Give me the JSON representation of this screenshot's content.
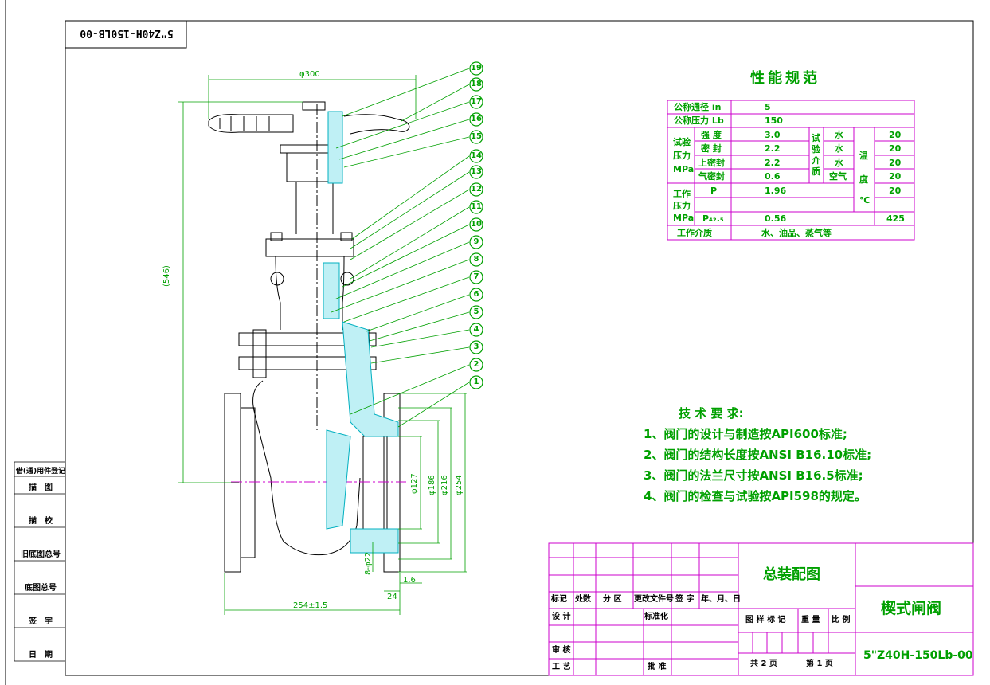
{
  "drawing_code_rotated": "5\"Z40H-150LB-00",
  "perf": {
    "title": "性能规范",
    "r1_label": "公称通径 in",
    "r1_value": "5",
    "r2_label": "公称压力 Lb",
    "r2_value": "150",
    "test_group_label": [
      "试验",
      "压力",
      "MPa"
    ],
    "strength_label": "强 度",
    "strength_value": "3.0",
    "seal_label": "密 封",
    "seal_value": "2.2",
    "upseal_label": "上密封",
    "upseal_value": "2.2",
    "gasseal_label": "气密封",
    "gasseal_value": "0.6",
    "medium_group_label": [
      "试",
      "验",
      "介",
      "质"
    ],
    "medium_water1": "水",
    "medium_water2": "水",
    "medium_water3": "水",
    "medium_air": "空气",
    "temp_label": [
      "温",
      "度",
      "℃"
    ],
    "temp1": "20",
    "temp2": "20",
    "temp3": "20",
    "temp4": "20",
    "temp5": "20",
    "temp6": "425",
    "work_group_label": [
      "工作",
      "压力",
      "MPa"
    ],
    "p_label": "P",
    "p_value": "1.96",
    "p425_label": "P₄₂.₅",
    "p425_value": "0.56",
    "medium_label": "工作介质",
    "medium_value": "水、油品、蒸气等"
  },
  "tech": {
    "title": "技 术 要 求:",
    "items": [
      "1、阀门的设计与制造按API600标准;",
      "2、阀门的结构长度按ANSI B16.10标准;",
      "3、阀门的法兰尺寸按ANSI B16.5标准;",
      "4、阀门的检查与试验按API598的规定。"
    ]
  },
  "dims": {
    "handwheel": "φ300",
    "height": "(546)",
    "d127": "φ127",
    "d186": "φ186",
    "d216": "φ216",
    "d254": "φ254",
    "length": "254±1.5",
    "t24": "24",
    "t16": "1.6",
    "holes": "8-φ22"
  },
  "balloons": [
    "19",
    "18",
    "17",
    "16",
    "15",
    "14",
    "13",
    "12",
    "11",
    "10",
    "9",
    "8",
    "7",
    "6",
    "5",
    "4",
    "3",
    "2",
    "1"
  ],
  "side": {
    "register": "借(通)用件登记",
    "draw": "描　图",
    "check": "描　校",
    "old_no": "旧底图总号",
    "base_no": "底图总号",
    "sign": "签　字",
    "date": "日　期"
  },
  "titleblock": {
    "mark": "标记",
    "place": "处数",
    "zone": "分 区",
    "change_no": "更改文件号",
    "sign": "签 字",
    "date": "年、月、日",
    "design": "设 计",
    "standard": "标准化",
    "review": "审 核",
    "process": "工 艺",
    "approve": "批 准",
    "drawing_name": "总装配图",
    "product_name": "楔式闸阀",
    "drawing_mark": "图 样 标 记",
    "weight": "重 量",
    "scale": "比 例",
    "total_sheets": "共 2 页",
    "sheet": "第 1 页",
    "code": "5\"Z40H-150Lb-00"
  },
  "colors": {
    "magenta": "#cc00cc",
    "green": "#00a000",
    "cyan": "#00b0c0"
  }
}
